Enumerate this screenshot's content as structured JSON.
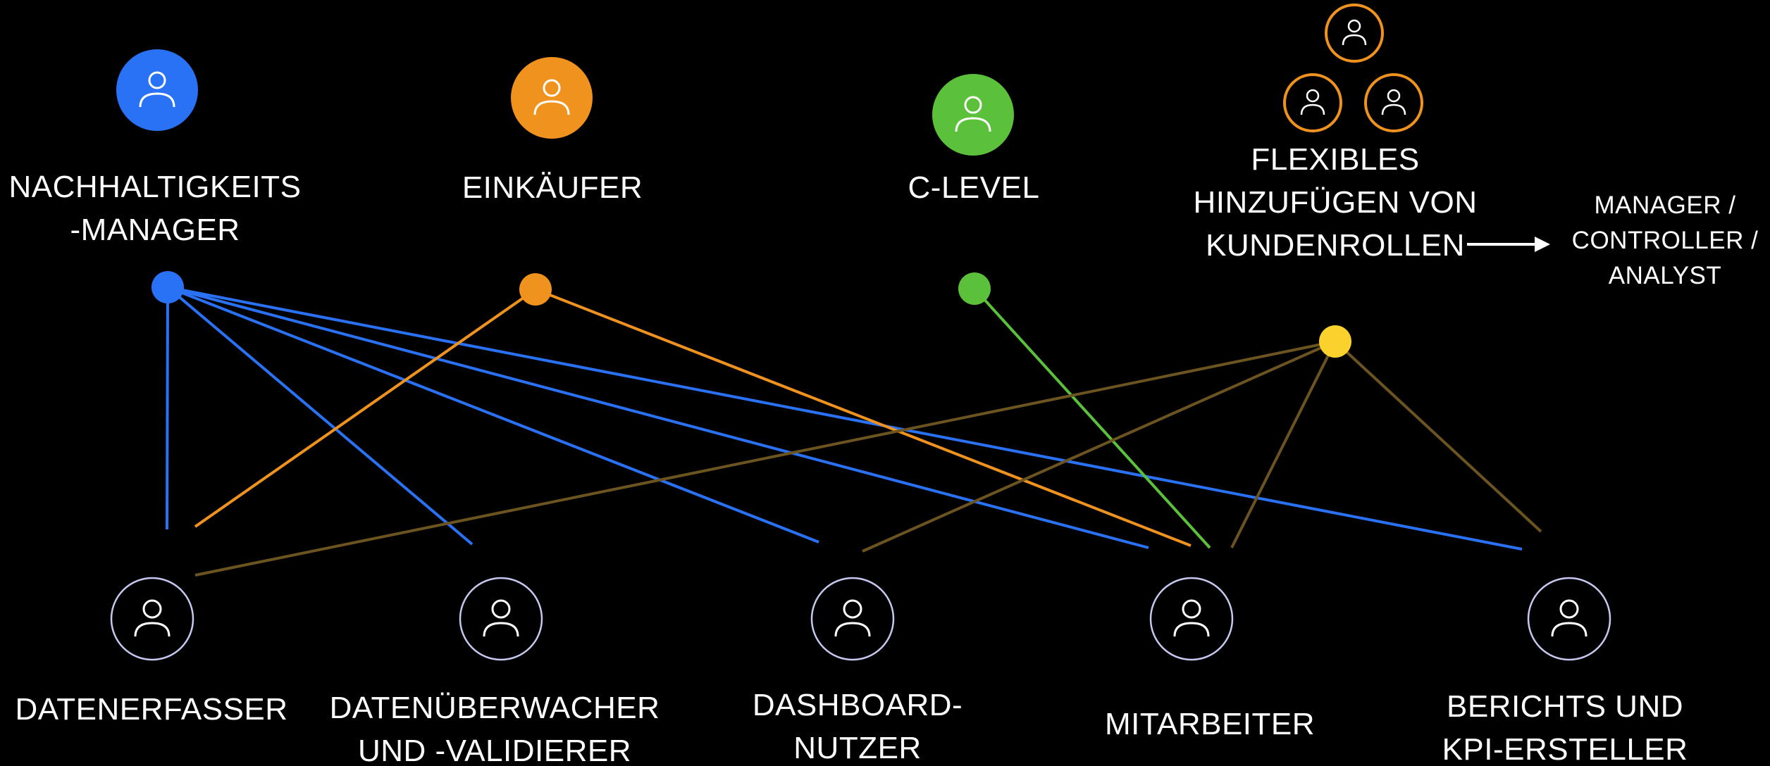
{
  "colors": {
    "background": "#000000",
    "nachhaltigkeit": "#2a72f5",
    "einkaeufer": "#f0931e",
    "c_level": "#5bc13a",
    "custom": "#fbd22d",
    "custom_line": "#6b5420",
    "bottom_ring": "#c6c8f0",
    "text": "#ffffff"
  },
  "top_roles": [
    {
      "id": "nachhaltigkeit",
      "line1": "NACHHALTIGKEITS",
      "line2": "-MANAGER",
      "icon": "person-icon"
    },
    {
      "id": "einkaeufer",
      "line1": "EINKÄUFER",
      "icon": "person-icon"
    },
    {
      "id": "c_level",
      "line1": "C-LEVEL",
      "icon": "person-icon"
    },
    {
      "id": "custom",
      "line1": "FLEXIBLES",
      "line2": "HINZUFÜGEN VON",
      "line3": "KUNDENROLLEN",
      "icon": "group-icon"
    }
  ],
  "custom_example": {
    "line1": "MANAGER /",
    "line2": "CONTROLLER /",
    "line3": "ANALYST"
  },
  "bottom_roles": [
    {
      "id": "datenerfasser",
      "line1": "DATENERFASSER"
    },
    {
      "id": "datenueberwacher",
      "line1": "DATENÜBERWACHER",
      "line2": "UND -VALIDIERER"
    },
    {
      "id": "dashboard",
      "line1": "DASHBOARD-",
      "line2": "NUTZER"
    },
    {
      "id": "mitarbeiter",
      "line1": "MITARBEITER"
    },
    {
      "id": "berichte",
      "line1": "BERICHTS UND",
      "line2": "KPI-ERSTELLER"
    }
  ],
  "connections": [
    {
      "from": "nachhaltigkeit",
      "to": "datenerfasser"
    },
    {
      "from": "nachhaltigkeit",
      "to": "datenueberwacher"
    },
    {
      "from": "nachhaltigkeit",
      "to": "dashboard"
    },
    {
      "from": "nachhaltigkeit",
      "to": "mitarbeiter"
    },
    {
      "from": "nachhaltigkeit",
      "to": "berichte"
    },
    {
      "from": "einkaeufer",
      "to": "datenerfasser"
    },
    {
      "from": "einkaeufer",
      "to": "mitarbeiter"
    },
    {
      "from": "c_level",
      "to": "mitarbeiter"
    },
    {
      "from": "custom",
      "to": "datenerfasser"
    },
    {
      "from": "custom",
      "to": "dashboard"
    },
    {
      "from": "custom",
      "to": "mitarbeiter"
    },
    {
      "from": "custom",
      "to": "berichte"
    }
  ]
}
